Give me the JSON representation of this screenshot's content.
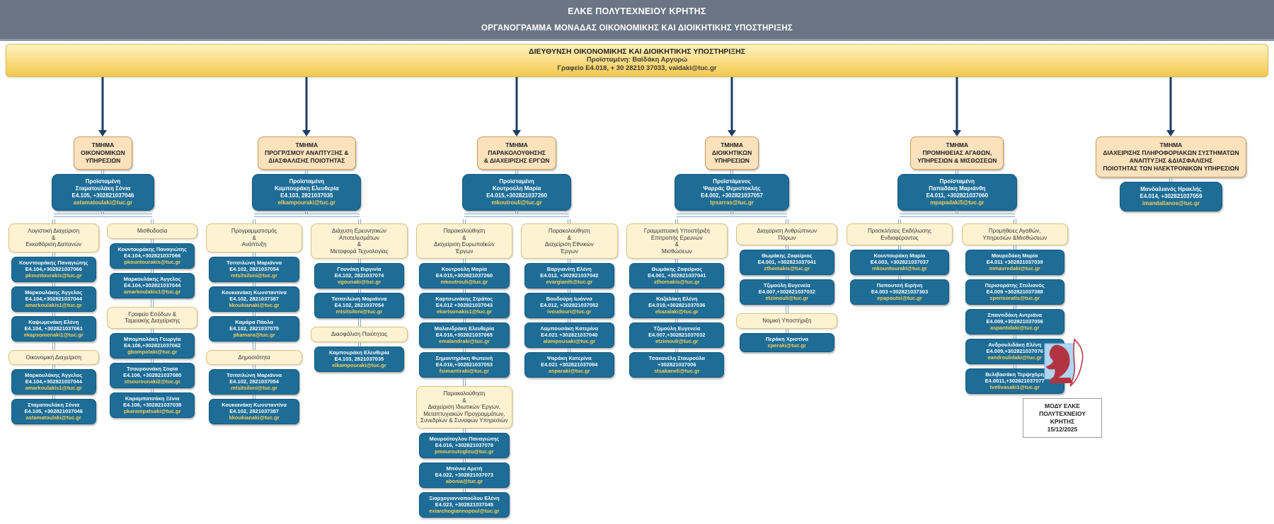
{
  "header": {
    "line1": "ΕΛΚΕ ΠΟΛΥΤΕΧΝΕΙΟΥ ΚΡΗΤΗΣ",
    "line2": "ΟΡΓΑΝΟΓΡΑΜΜΑ ΜΟΝΑΔΑΣ ΟΙΚΟΝΟΜΙΚΗΣ ΚΑΙ ΔΙΟΙΚΗΤΙΚΗΣ ΥΠΟΣΤΗΡΙΞΗΣ"
  },
  "banner": {
    "title": "ΔΙΕΥΘΥΝΣΗ ΟΙΚΟΝΟΜΙΚΗΣ ΚΑΙ ΔΙΟΙΚΗΤΙΚΗΣ ΥΠΟΣΤΗΡΙΞΗΣ",
    "manager": "Προϊσταμένη: Βαϊδάκη Αργυρώ",
    "office": "Γραφείο E4.018, + 30 28210 37033, vaidaki@tuc.gr"
  },
  "icons": {
    "logo": "tuc-emblem",
    "flow_arrow": "down-arrow"
  },
  "colors": {
    "title_bar": "#6a7585",
    "banner_gold": "#f5c84e",
    "department_fill": "#fbe2bd",
    "unit_fill": "#fdf3d3",
    "person_fill": "#1d6d97",
    "email_text": "#f6ce57",
    "connector": "#8ba6be",
    "arrow": "#1c3c64"
  },
  "departments": [
    {
      "name": "ΤΜΗΜΑ\nΟΙΚΟΝΟΜΙΚΩΝ\nΥΠΗΡΕΣΙΩΝ",
      "head": {
        "lines": [
          "Προϊσταμένη",
          "Σταματουλάκη Σόνια",
          "E4.105, +302821037046"
        ],
        "email": "astamatoulaki@tuc.gr"
      },
      "branches": [
        [
          {
            "label": "Λογιστική Διαχείριση\n&\nΕκκαθάριση Δαπανών",
            "people": [
              {
                "lines": [
                  "Κουντουράκης Παναγιώτης",
                  "E4.104,+302821037066"
                ],
                "email": "pkountourakis@tuc.gr"
              },
              {
                "lines": [
                  "Μαρκουλάκης Άγγελος",
                  "E4.104,+302821037044"
                ],
                "email": "amarkoulakis1@tuc.gr"
              },
              {
                "lines": [
                  "Καψωμενάκη Ελένη",
                  "E4.104, +302821037061"
                ],
                "email": "ekapsomenaki1@tuc.gr"
              }
            ]
          },
          {
            "label": "Οικονομική Διαχείριση",
            "people": [
              {
                "lines": [
                  "Μαρκουλάκης Άγγελος",
                  "E4.104,+302821037044"
                ],
                "email": "amarkoulakis1@tuc.gr"
              },
              {
                "lines": [
                  "Σταματουλάκη Σόνια",
                  "E4.105, +302821037046"
                ],
                "email": "astamatoulaki@tuc.gr"
              }
            ]
          }
        ],
        [
          {
            "label": "Μισθοδοσία",
            "people": [
              {
                "lines": [
                  "Κουντουράκης Παναγιώτης",
                  "E4.104,+302821037066"
                ],
                "email": "pkountourakis@tuc.gr"
              },
              {
                "lines": [
                  "Μαρκουλάκης Άγγελος",
                  "E4.104,+302821037044"
                ],
                "email": "amarkoulakis1@tuc.gr"
              }
            ]
          },
          {
            "label": "Γραφείο Εσόδων &\nΤαμειακής Διαχείρισης",
            "people": [
              {
                "lines": [
                  "Μπομπολάκη Γεωργία",
                  "E4.106,+302821037062"
                ],
                "email": "gbompolaki@tuc.gr"
              },
              {
                "lines": [
                  "Τσουρουνάκη Σοφία",
                  "E4.106, +302821037080"
                ],
                "email": "stsourounaki2@tuc.gr"
              },
              {
                "lines": [
                  "Καραμπατσάκη Ξένια",
                  "E4.106, +302821037038"
                ],
                "email": "pkarampatsaki@tuc.gr"
              }
            ]
          }
        ]
      ]
    },
    {
      "name": "ΤΜΗΜΑ\nΠΡΟΓΡ/ΣΜΟΥ ΑΝΑΠΤΥΞΗΣ &\nΔΙΑΣΦΑΛΙΣΗΣ ΠΟΙΟΤΗΤΑΣ",
      "head": {
        "lines": [
          "Προϊσταμένη",
          "Καμπουράκη Ελευθερία",
          "E4.103, 2821037035"
        ],
        "email": "elkampouraki@tuc.gr"
      },
      "branches": [
        [
          {
            "label": "Προγραμματισμός\n&\nΑνάπτυξη",
            "people": [
              {
                "lines": [
                  "Τσιτσιλώνη Μαριάννα",
                  "E4.102, 2821037054"
                ],
                "email": "mtsitsiloni@tuc.gr"
              },
              {
                "lines": [
                  "Κουκιανάκη Κωνσταντίνα",
                  "E4.102, 2821037387"
                ],
                "email": "kkoukianaki@tuc.gr"
              },
              {
                "lines": [
                  "Καμάρα Πάολα",
                  "E4.102, 2821037075"
                ],
                "email": "pkamara@tuc.gr"
              }
            ]
          },
          {
            "label": "Δημοσιότητα",
            "people": [
              {
                "lines": [
                  "Τσιτσιλώνη Μαριάννα",
                  "E4.102, 2821037054"
                ],
                "email": "mtsitsiloni@tuc.gr"
              },
              {
                "lines": [
                  "Κουκιανάκη Κωνσταντίνα",
                  "E4.102, 2821037387"
                ],
                "email": "kkoukianaki@tuc.gr"
              }
            ]
          }
        ],
        [
          {
            "label": "Διάχυση Ερευνητικών\nΑποτελεσμάτων\n&\nΜεταφορά Τεχνολογίας",
            "people": [
              {
                "lines": [
                  "Γουνάκη Βιργινία",
                  "E4.102, 2821037074"
                ],
                "email": "vgounaki@tuc.gr"
              },
              {
                "lines": [
                  "Τσιτσιλώνη Μαριάννα",
                  "E4.102, 2821037054"
                ],
                "email": "mtsitsiloni@tuc.gr"
              }
            ]
          },
          {
            "label": "Διασφάλιση Ποιότητας",
            "people": [
              {
                "lines": [
                  "Καμπουράκη Ελευθερία",
                  "E4.103, 2821037035"
                ],
                "email": "elkampouraki@tuc.gr"
              }
            ]
          }
        ]
      ]
    },
    {
      "name": "ΤΜΗΜΑ\nΠΑΡΑΚΟΛΟΥΘΗΣΗΣ\n& ΔΙΑΧΕΙΡΙΣΗΣ ΕΡΓΩΝ",
      "head": {
        "lines": [
          "Προϊσταμένη",
          "Κουτρούλη Μαρία",
          "E4.015,+302821037260"
        ],
        "email": "mkoutrouli@tuc.gr"
      },
      "branches": [
        [
          {
            "label": "Παρακολούθηση\n&\nΔιαχείριση Ευρωπαϊκών\nΈργων",
            "people": [
              {
                "lines": [
                  "Κουτρούλη Μαρία",
                  "E4.015,+302821037260"
                ],
                "email": "mkoutrouli@tuc.gr"
              },
              {
                "lines": [
                  "Καρτσωνάκης Στράτος",
                  "E4.012 +302821037043"
                ],
                "email": "ekartsonakis1@tuc.gr"
              },
              {
                "lines": [
                  "Μαλανδράκη Ελευθερία",
                  "E4.016,+302821037065"
                ],
                "email": "emalandraki@tuc.gr"
              },
              {
                "lines": [
                  "Σημαντηράκη Φωτεινή",
                  "E4.016,+302821037053"
                ],
                "email": "fsimantiraki@tuc.gr"
              }
            ]
          },
          {
            "label": "Παρακολούθηση\n&\nΔιαχείριση Ιδιωτικών Έργων,\nΜεταπτυχιακών Προγραμμάτων,\nΣυνεδρίων & Συναφών Υπηρεσιών",
            "people": [
              {
                "lines": [
                  "Μουρούτογλου Παναγιώτης",
                  "E4.016, +302821037078"
                ],
                "email": "pmouroutoglou@tuc.gr"
              },
              {
                "lines": [
                  "Μπόνια Αρετή",
                  "E4.022, +302821037073"
                ],
                "email": "abonia@tuc.gr"
              },
              {
                "lines": [
                  "Ξιαρχογιαννοπούλου Ελένη",
                  "E4.023, +302821037045"
                ],
                "email": "exiarchogiannopoul@tuc.gr"
              }
            ]
          }
        ],
        [
          {
            "label": "Παρακολούθηση\n&\nΔιαχείριση Εθνικών\nΈργων",
            "people": [
              {
                "lines": [
                  "Βαργιανίτη Ελένη",
                  "E4.012, +302821037042"
                ],
                "email": "evargianiti@tuc.gr"
              },
              {
                "lines": [
                  "Βουδούρη Ιωάννα",
                  "E4.012, +302821037052"
                ],
                "email": "ivoudouri@tuc.gr"
              },
              {
                "lines": [
                  "Λαμπουσάκη Κατερίνα",
                  "E4.021 +302821037040"
                ],
                "email": "alampousaki@tuc.gr"
              },
              {
                "lines": [
                  "Ψαράκη Κατερίνα",
                  "E4.021 +302821037094"
                ],
                "email": "asparaki@tuc.gr"
              }
            ]
          }
        ]
      ]
    },
    {
      "name": "ΤΜΗΜΑ\nΔΙΟΙΚΗΤΙΚΩΝ\nΥΠΗΡΕΣΙΩΝ",
      "head": {
        "lines": [
          "Προϊστάμενος",
          "Ψαρράς Θεμιστοκλής",
          "E4.002, +302821037057"
        ],
        "email": "tpsarras@tuc.gr"
      },
      "branches": [
        [
          {
            "label": "Γραμματειακή Υποστήριξη\nΕπιτροπής Ερευνών\n&\nΜισθώσεων",
            "people": [
              {
                "lines": [
                  "Θωμάκης Ζαφείριος",
                  "E4.001, +302821037041"
                ],
                "email": "zthomakis@tuc.gr"
              },
              {
                "lines": [
                  "Καζαλάκη Ελένη",
                  "E4.019,+302821037036"
                ],
                "email": "ekazalaki@tuc.gr"
              },
              {
                "lines": [
                  "Τζιμούλη Ευγενεία",
                  "E4.007,+302821037032"
                ],
                "email": "etzimouli@tuc.gr"
              },
              {
                "lines": [
                  "Τσακανέλη Σταυρούλα",
                  "+302821037006"
                ],
                "email": "stsakaneli@tuc.gr"
              }
            ]
          }
        ],
        [
          {
            "label": "Διαχείριση Ανθρώπινων\nΠόρων",
            "people": [
              {
                "lines": [
                  "Θωμάκης Ζαφείριος",
                  "E4.001, +302821037041"
                ],
                "email": "zthomakis@tuc.gr"
              },
              {
                "lines": [
                  "Τζιμούλη Ευγενεία",
                  "E4.007,+302821037032"
                ],
                "email": "etzimouli@tuc.gr"
              }
            ]
          },
          {
            "label": "Νομική Υποστήριξη",
            "people": [
              {
                "lines": [
                  "Περάκη Χριστίνα"
                ],
                "email": "cperaki@tuc.gr"
              }
            ]
          }
        ]
      ]
    },
    {
      "name": "ΤΜΗΜΑ\nΠΡΟΜΗΘΕΙΑΣ ΑΓΑΘΩΝ,\nΥΠΗΡΕΣΙΩΝ & ΜΙΣΘΩΣΕΩΝ",
      "head": {
        "lines": [
          "Προϊσταμένη",
          "Παπαδάκη Μαριάνθη",
          "E4.011, +302821037060"
        ],
        "email": "mpapadaki5@tuc.gr"
      },
      "branches": [
        [
          {
            "label": "Προσκλήσεις Εκδήλωσης\nΕνδιαφέροντος",
            "people": [
              {
                "lines": [
                  "Κουντουράκη Μαρία",
                  "E4.003, +302821037037"
                ],
                "email": "mkountouraki@tuc.gr"
              },
              {
                "lines": [
                  "Παπουτσή Ειρήνη",
                  "E4.003 +302821037303"
                ],
                "email": "epapoutsi@tuc.gr"
              }
            ]
          }
        ],
        [
          {
            "label": "Προμήθειες Αγαθών,\nΥπηρεσιών &Μισθώσεων",
            "people": [
              {
                "lines": [
                  "Μαυρεδάκη Μαρία",
                  "E4.011 +302821037039"
                ],
                "email": "mmavredaki@tuc.gr"
              },
              {
                "lines": [
                  "Περισοράτης Στυλιανός",
                  "E4.009 +302821037388"
                ],
                "email": "sperisoratis@tuc.gr"
              },
              {
                "lines": [
                  "Σπαντιδάκη Αντριάνα",
                  "E4.009,+302821037056"
                ],
                "email": "aspantidaki@tuc.gr"
              },
              {
                "lines": [
                  "Ανδρουλιδάκη Ελένη",
                  "E4.009,+302821037076"
                ],
                "email": "eandroulidaki@tuc.gr"
              },
              {
                "lines": [
                  "Βελιβασάκη Τερψιχόρη",
                  "E4.0011,+302821037077"
                ],
                "email": "tvelivasaki1@tuc.gr"
              }
            ]
          }
        ]
      ]
    },
    {
      "name": "ΤΜΗΜΑ\nΔΙΑΧΕΙΡΙΣΗΣ ΠΛΗΡΟΦΟΡΙΑΚΩΝ ΣΥΣΤΗΜΑΤΩΝ\nΑΝΑΠΤΥΞΗΣ &ΔΙΑΣΦΑΛΙΣΗΣ\nΠΟΙΟΤΗΤΑΣ ΤΩΝ ΗΛΕΚΤΡΟΝΙΚΩΝ ΥΠΗΡΕΣΙΩΝ",
      "head": {
        "lines": [
          "Μανδαλιανός Ηρακλής",
          "E4.014, +302821037059"
        ],
        "email": "imandalianos@tuc.gr"
      }
    }
  ],
  "footer": {
    "line1": "ΜΟΔΥ ΕΛΚΕ",
    "line2": "ΠΟΛΥΤΕΧΝΕΙΟΥ ΚΡΗΤΗΣ",
    "date": "15/12/2025"
  }
}
